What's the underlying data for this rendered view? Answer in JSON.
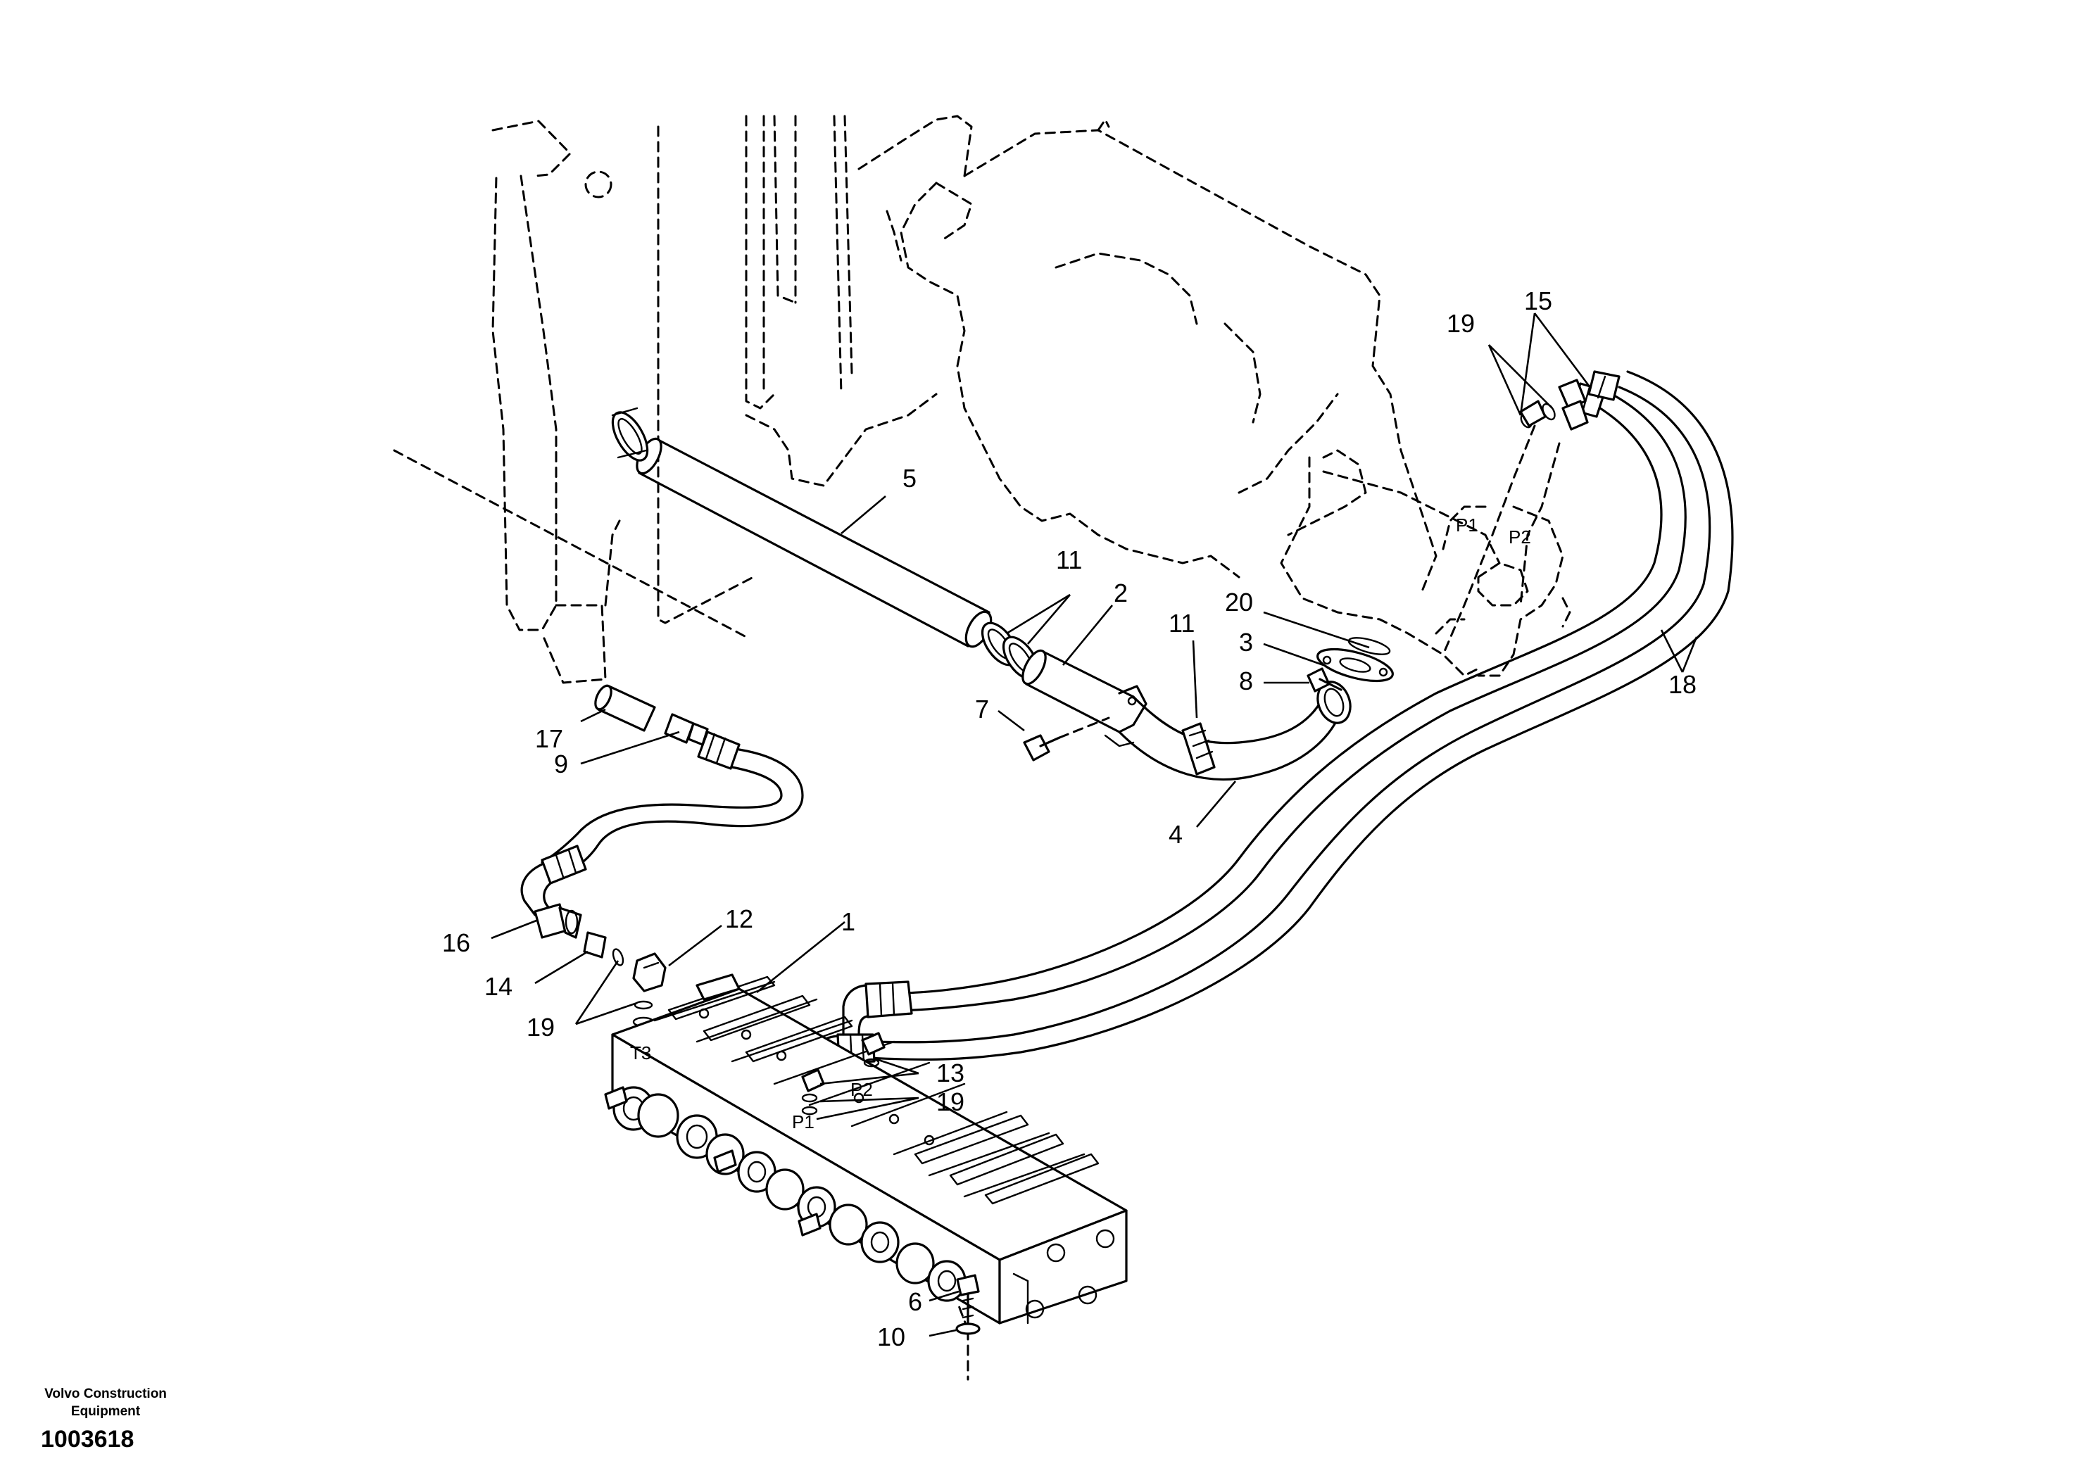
{
  "parts": {
    "p1": "1",
    "p2": "2",
    "p3": "3",
    "p4": "4",
    "p5": "5",
    "p6": "6",
    "p7": "7",
    "p8": "8",
    "p9": "9",
    "p10": "10",
    "p11": "11",
    "p12": "12",
    "p13": "13",
    "p14": "14",
    "p15": "15",
    "p16": "16",
    "p17": "17",
    "p18": "18",
    "p19": "19",
    "p20": "20"
  },
  "ports": {
    "p1": "P1",
    "p2": "P2",
    "t3": "T3"
  },
  "footer": {
    "brand_line1": "Volvo Construction",
    "brand_line2": "Equipment",
    "drawing_number": "1003618"
  }
}
